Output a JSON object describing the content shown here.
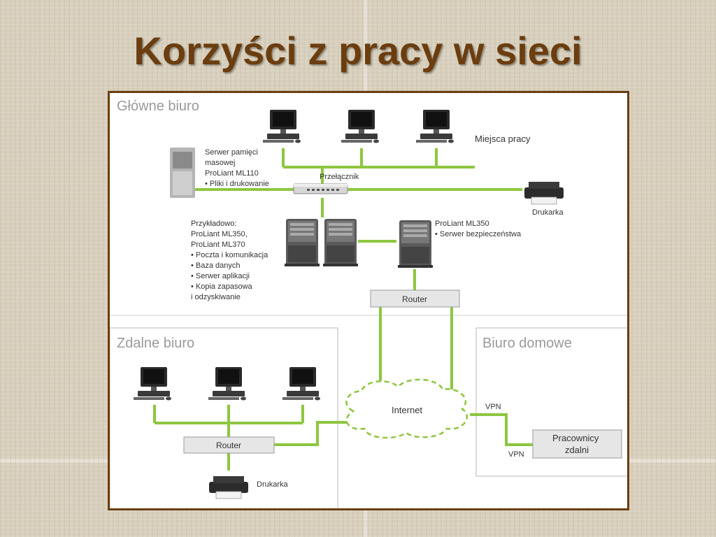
{
  "title": "Korzyści z pracy w sieci",
  "colors": {
    "link": "#8dc63f",
    "title": "#6b3d0f",
    "frame": "#6b3d0f"
  },
  "sections": {
    "main": "Główne biuro",
    "remote": "Zdalne biuro",
    "home": "Biuro domowe"
  },
  "labels": {
    "workstations": "Miejsca pracy",
    "switch": "Przełącznik",
    "storage_server": [
      "Serwer pamięci",
      "masowej",
      "ProLiant ML110",
      "• Pliki i drukowanie"
    ],
    "printer_main": "Drukarka",
    "example_servers": [
      "Przykładowo:",
      "ProLiant ML350,",
      "ProLiant ML370",
      "• Poczta i komunikacja",
      "• Baza danych",
      "• Serwer aplikacji",
      "• Kopia zapasowa",
      "  i odzyskiwanie"
    ],
    "security_server": [
      "ProLiant ML350",
      "• Serwer bezpieczeństwa"
    ],
    "router_main": "Router",
    "internet": "Internet",
    "router_remote": "Router",
    "printer_remote": "Drukarka",
    "vpn_top": "VPN",
    "vpn_bottom": "VPN",
    "remote_workers": [
      "Pracownicy",
      "zdalni"
    ]
  }
}
